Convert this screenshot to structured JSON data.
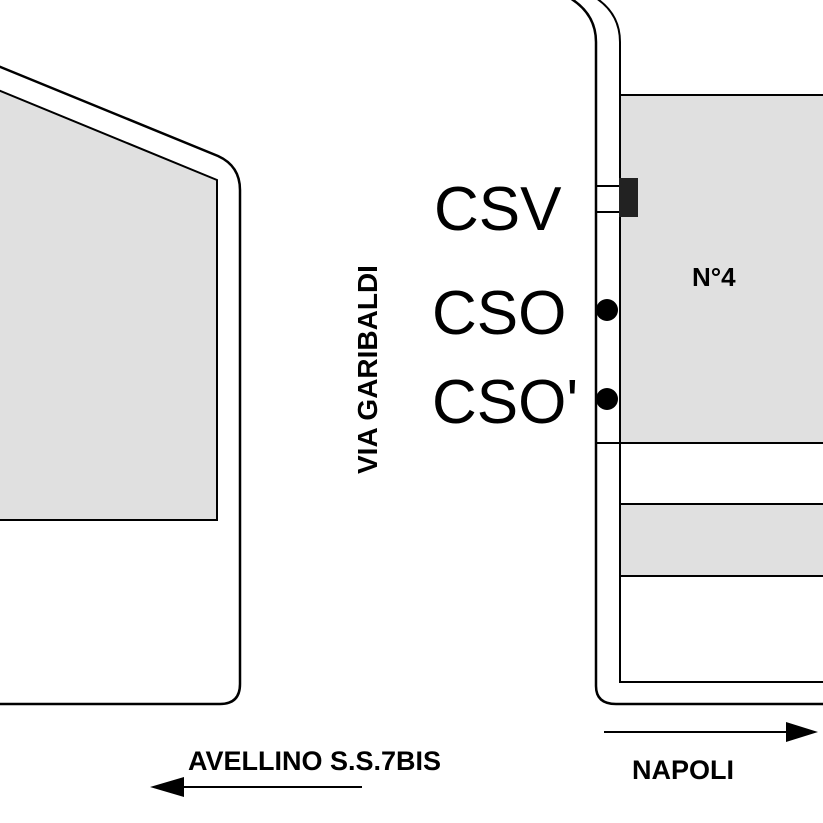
{
  "labels": {
    "csv": "CSV",
    "cso": "CSO",
    "cso_prime": "CSO'",
    "street": "VIA GARIBALDI",
    "building": "N°4",
    "direction_left": "AVELLINO S.S.7BIS",
    "direction_right": "NAPOLI"
  },
  "colors": {
    "building_fill": "#e0e0e0",
    "outline": "#000000",
    "background": "#ffffff"
  }
}
